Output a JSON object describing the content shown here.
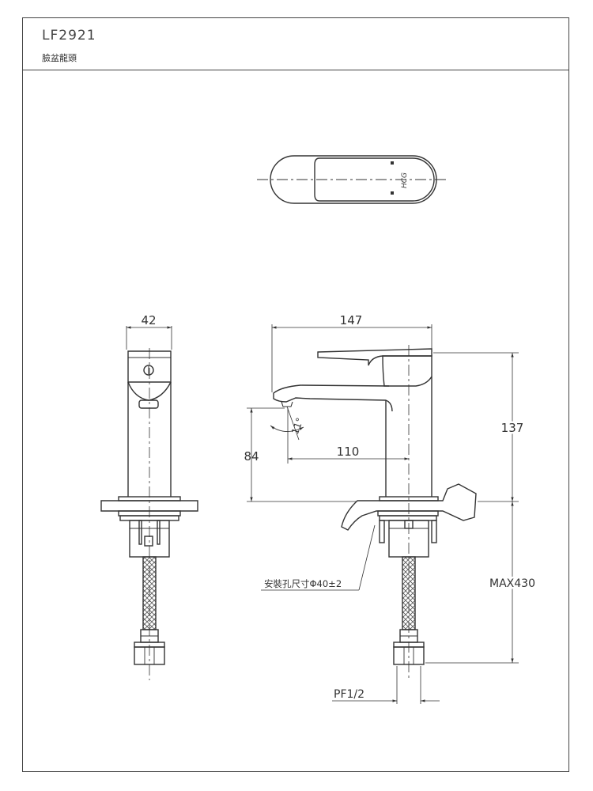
{
  "header": {
    "model_code": "LF2921",
    "product_name": "臉盆龍頭"
  },
  "logo_text": "HCG",
  "dimensions": {
    "side_width": "42",
    "spout_reach_total": "147",
    "spout_reach": "110",
    "spout_angle": "11°",
    "spout_height": "84",
    "body_height": "137",
    "hose_length": "MAX430",
    "mount_hole": "安裝孔尺寸Φ40±2",
    "thread": "PF1/2"
  }
}
